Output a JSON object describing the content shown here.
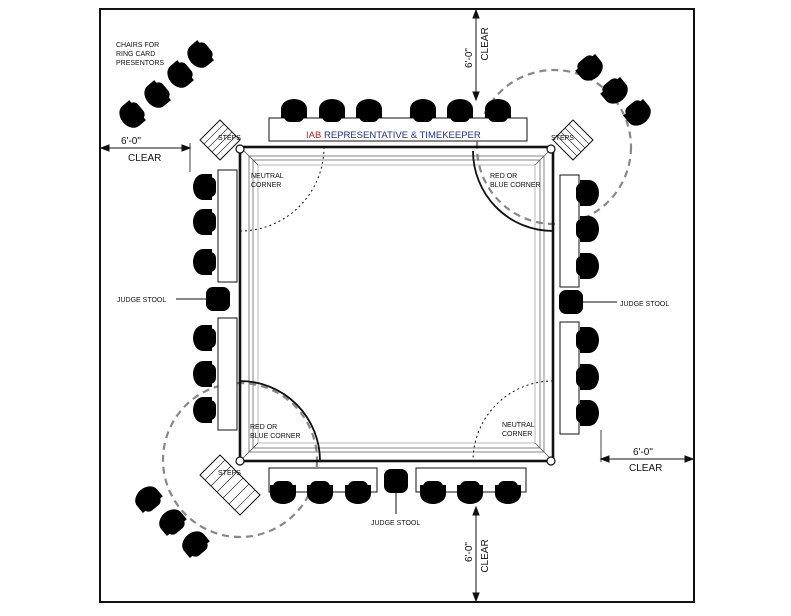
{
  "labels": {
    "chairs_for_ring_card_presenters": [
      "CHAIRS FOR",
      "RING CARD",
      "PRESENTORS"
    ],
    "iab_prefix": "IAB",
    "iab_rest": " REPRESENTATIVE & TIMEKEEPER",
    "steps": "STEPS",
    "neutral_corner": [
      "NEUTRAL",
      "CORNER"
    ],
    "red_or_blue_corner": [
      "RED OR",
      "BLUE CORNER"
    ],
    "judge_stool": "JUDGE STOOL",
    "dimension": "6'-0\"",
    "clear": "CLEAR"
  },
  "colors": {
    "iab_red": "#d01818",
    "iab_blue": "#1a2fa0",
    "line": "#111111",
    "dashed_circle": "#888888"
  }
}
